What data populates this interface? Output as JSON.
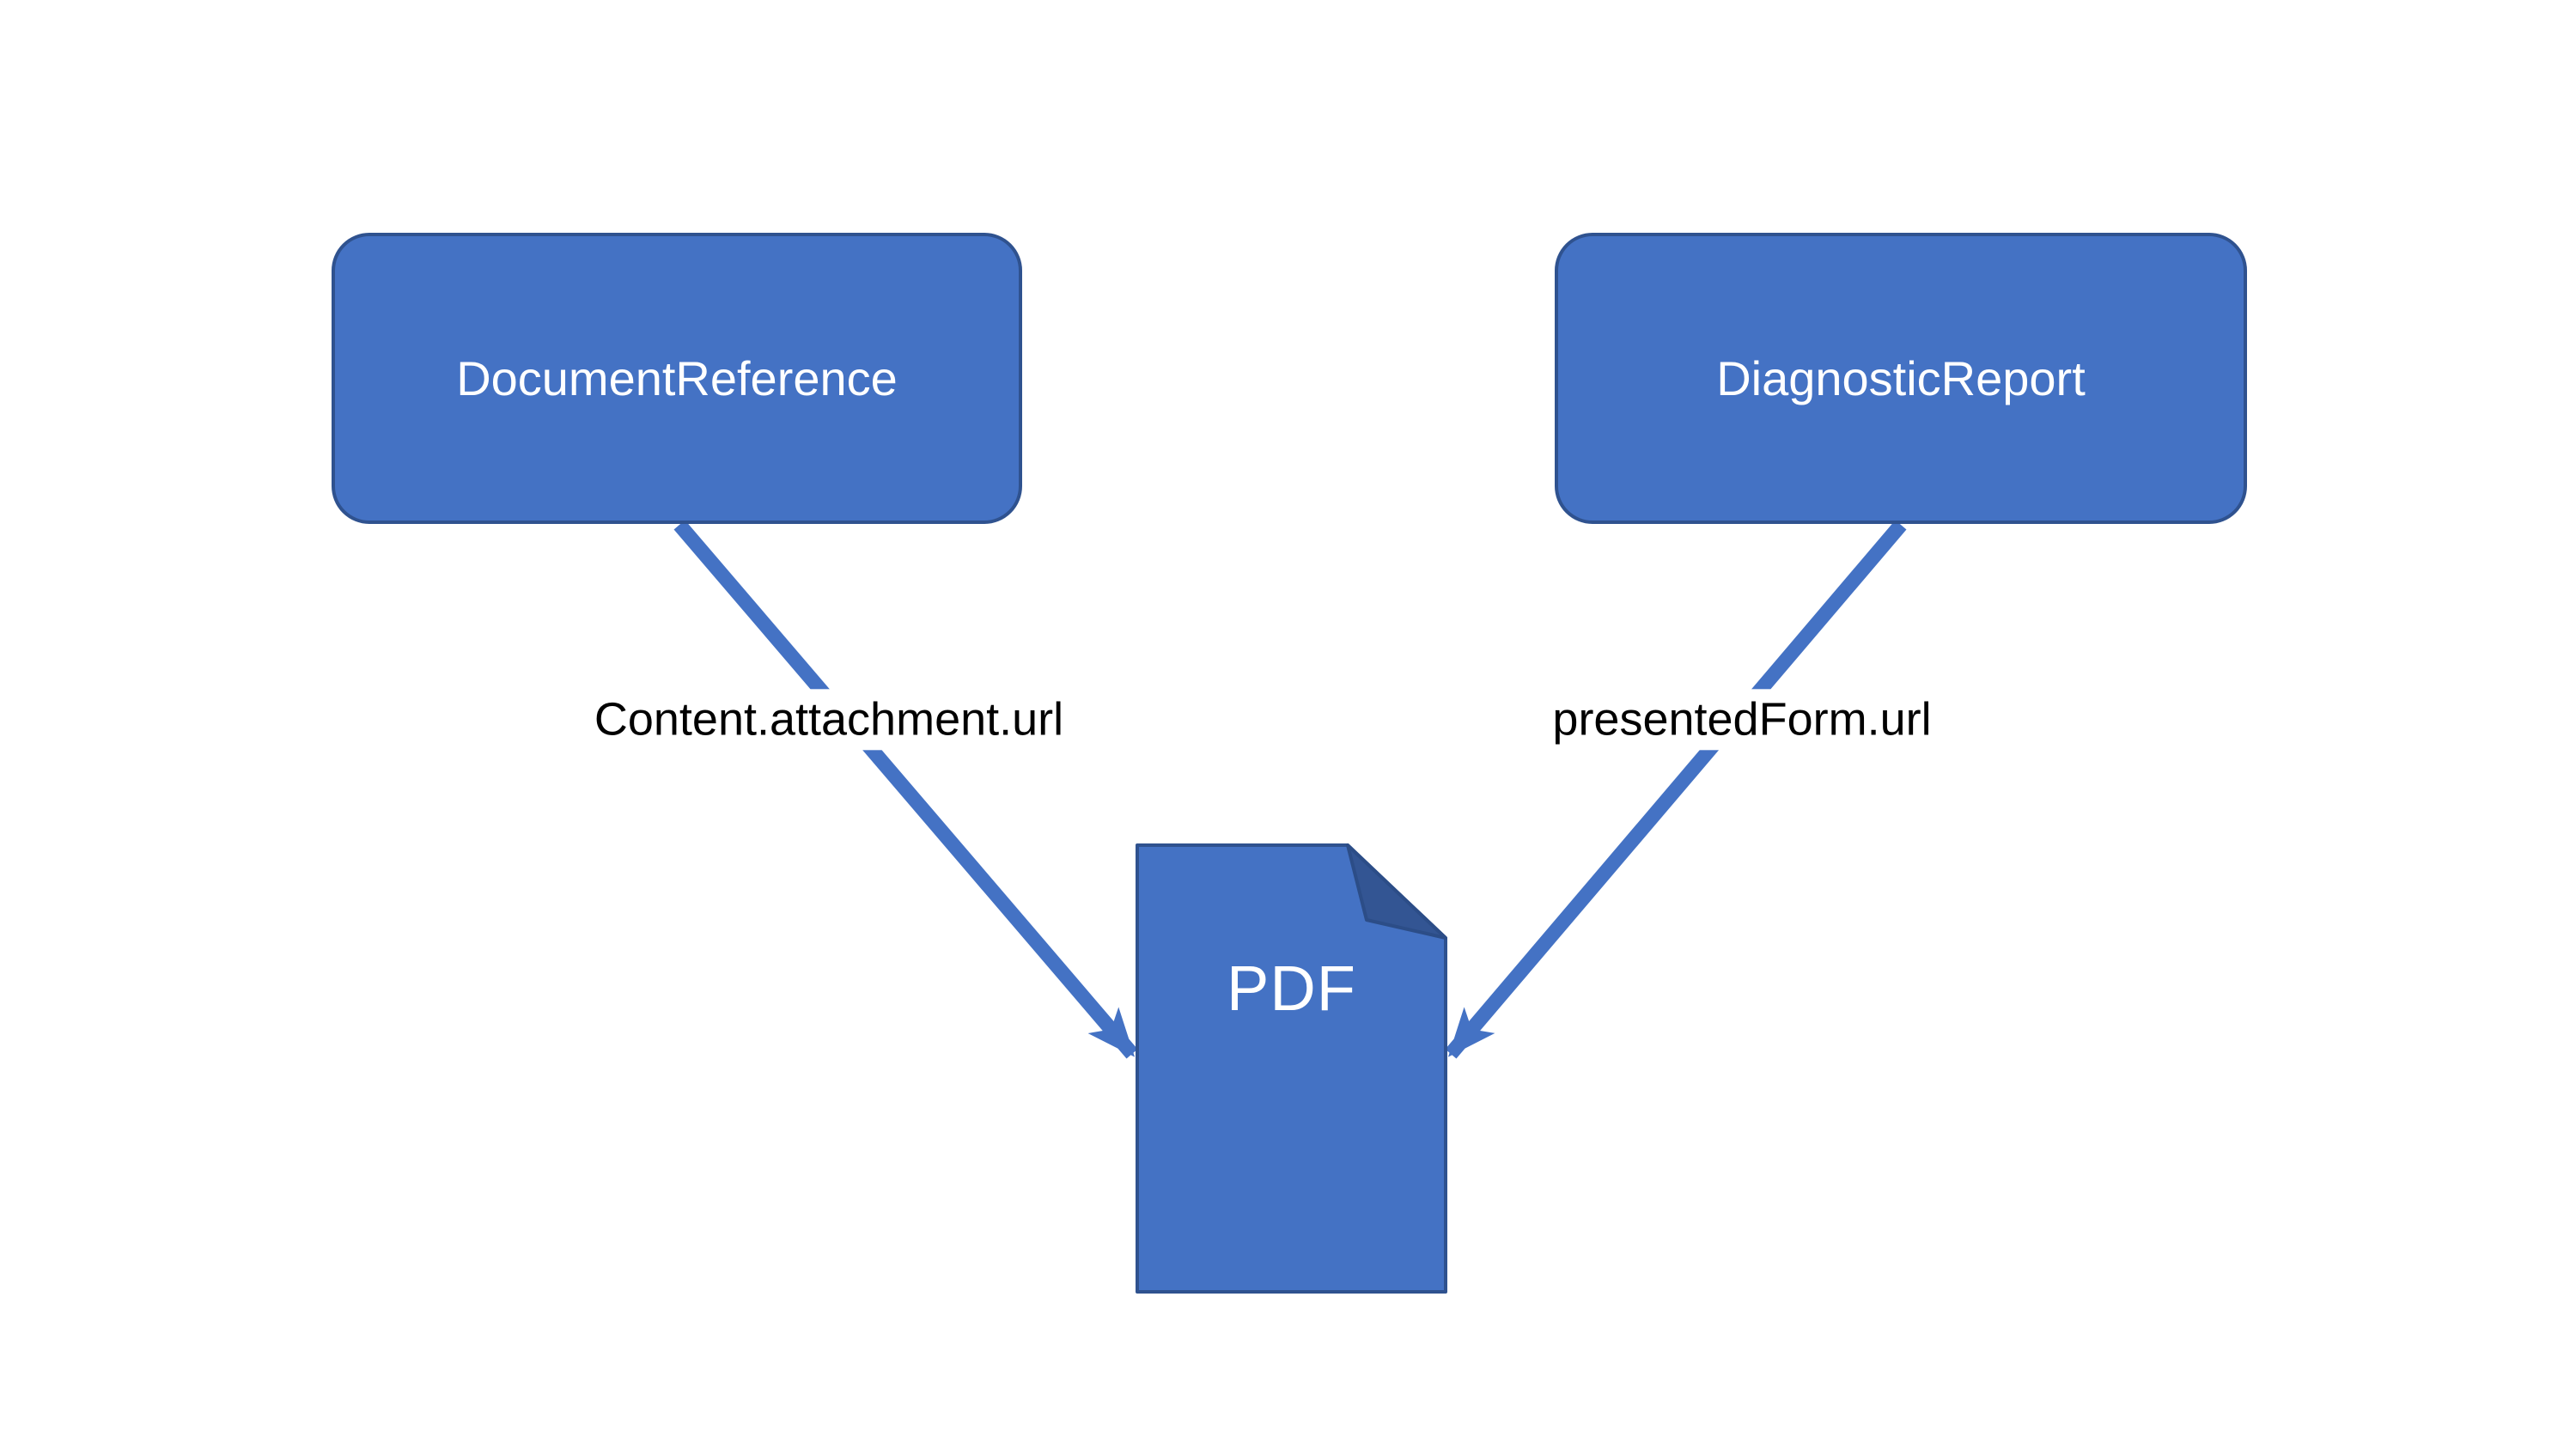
{
  "diagram": {
    "background": "#ffffff",
    "colors": {
      "shape_fill": "#4472C4",
      "shape_border": "#2F528F",
      "fold_fill": "#335593",
      "arrow": "#4472C4",
      "shape_text": "#ffffff",
      "label_text": "#000000"
    },
    "nodes": [
      {
        "id": "documentreference",
        "label": "DocumentReference",
        "shape": "rounded-rectangle"
      },
      {
        "id": "diagnosticreport",
        "label": "DiagnosticReport",
        "shape": "rounded-rectangle"
      },
      {
        "id": "pdf",
        "label": "PDF",
        "shape": "document-folded-corner"
      }
    ],
    "edges": [
      {
        "from": "documentreference",
        "to": "pdf",
        "label": "Content.attachment.url"
      },
      {
        "from": "diagnosticreport",
        "to": "pdf",
        "label": "presentedForm.url"
      }
    ]
  }
}
